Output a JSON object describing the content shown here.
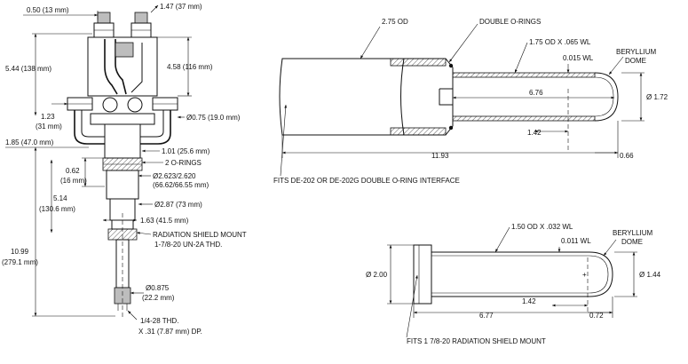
{
  "left_view": {
    "dim_width_top": "0.50 (13 mm)",
    "dim_top_right": "1.47 (37 mm)",
    "dim_overall_height": "5.44 (138 mm)",
    "dim_head_height": "4.58 (116 mm)",
    "dim_small_a": "1.23",
    "dim_small_a_mm": "(31 mm)",
    "dim_tube_diameter": "Ø0.75 (19.0 mm)",
    "dim_lower": "1.85 (47.0 mm)",
    "dim_offset": "1.01 (25.6 mm)",
    "dim_oring_a": "0.62",
    "dim_oring_a_mm": "(16 mm)",
    "label_orings": "2 O-RINGS",
    "dim_oring_diam": "Ø2.623/2.620",
    "dim_oring_diam_mm": "(66.62/66.55 mm)",
    "dim_mid": "5.14",
    "dim_mid_mm": "(130.6 mm)",
    "dim_body_diam": "Ø2.87 (73 mm)",
    "dim_body_width": "1.63 (41.5 mm)",
    "label_shield_mount": "RADIATION SHIELD MOUNT",
    "label_shield_thread": "1-7/8-20 UN-2A THD.",
    "dim_total": "10.99",
    "dim_total_mm": "(279.1 mm)",
    "dim_rod_diam": "Ø0.875",
    "dim_rod_diam_mm": "(22.2 mm)",
    "label_rod_thread": "1/4-28 THD.",
    "label_rod_depth": "X .31 (7.87 mm) DP."
  },
  "top_right_view": {
    "dim_od": "2.75 OD",
    "label_orings": "DOUBLE O-RINGS",
    "dim_tube": "1.75 OD X .065 WL",
    "dim_wall": "0.015 WL",
    "label_dome_1": "BERYLLIUM",
    "label_dome_2": "DOME",
    "dim_inner_length": "6.76",
    "dim_dome_diam": "Ø 1.72",
    "dim_small": "1.42",
    "dim_length": "11.93",
    "dim_tip": "0.66",
    "label_fits": "FITS DE-202 OR DE-202G DOUBLE O-RING INTERFACE"
  },
  "bottom_right_view": {
    "dim_tube": "1.50 OD X .032 WL",
    "dim_wall": "0.011 WL",
    "label_dome_1": "BERYLLIUM",
    "label_dome_2": "DOME",
    "dim_flange_diam": "Ø 2.00",
    "dim_dome_diam": "Ø 1.44",
    "dim_small": "1.42",
    "dim_length": "6.77",
    "dim_tip": "0.72",
    "label_fits": "FITS 1 7/8-20 RADIATION SHIELD MOUNT"
  }
}
